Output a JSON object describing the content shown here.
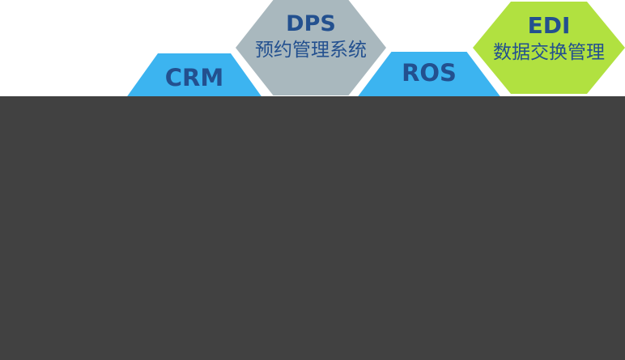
{
  "colors": {
    "text": "#23508f",
    "dps": "#a9b8be",
    "crm": "#3cb4f0",
    "ros": "#3cb4f0",
    "edi": "#b1e140",
    "panel": "#414141"
  },
  "hexagons": {
    "dps": {
      "abbr": "DPS",
      "full": "预约管理系统"
    },
    "crm": {
      "abbr": "CRM",
      "full": ""
    },
    "ros": {
      "abbr": "ROS",
      "full": ""
    },
    "edi": {
      "abbr": "EDI",
      "full": "数据交换管理"
    }
  }
}
